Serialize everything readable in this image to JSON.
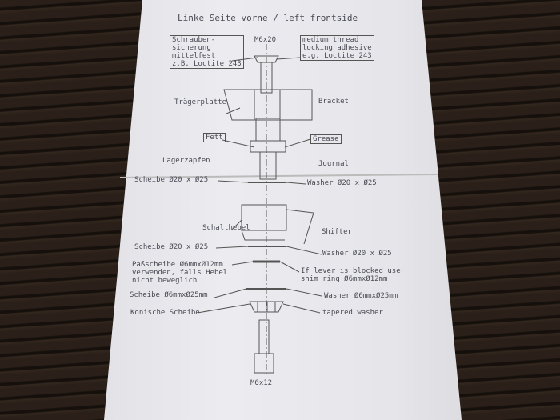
{
  "title": "Linke Seite vorne   /   left frontside",
  "top_screw": "M6x20",
  "bottom_screw": "M6x12",
  "left_labels": {
    "adhesive": [
      "Schrauben-",
      "sicherung",
      "mittelfest",
      "z.B. Loctite 243"
    ],
    "bracket": "Trägerplatte",
    "grease": "Fett",
    "journal": "Lagerzapfen",
    "washer1": "Scheibe Ø20 x Ø25",
    "shifter": "Schalthebel",
    "washer2": "Scheibe Ø20 x Ø25",
    "shim": [
      "Paßscheibe Ø6mmxØ12mm",
      "verwenden, falls Hebel",
      "nicht beweglich"
    ],
    "washer3": "Scheibe Ø6mmxØ25mm",
    "tapered": "Konische Scheibe"
  },
  "right_labels": {
    "adhesive": [
      "medium thread",
      "locking adhesive",
      "e.g. Loctite 243"
    ],
    "bracket": "Bracket",
    "grease": "Grease",
    "journal": "Journal",
    "washer1": "Washer Ø20 x Ø25",
    "shifter": "Shifter",
    "washer2": "Washer Ø20 x Ø25",
    "shim": [
      "If lever is blocked use",
      "shim ring Ø6mmxØ12mm"
    ],
    "washer3": "Washer Ø6mmxØ25mm",
    "tapered": "tapered washer"
  }
}
